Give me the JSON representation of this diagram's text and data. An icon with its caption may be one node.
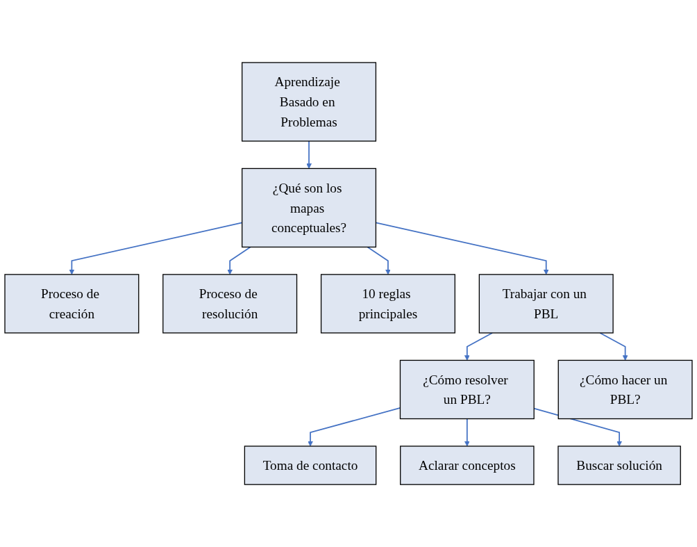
{
  "diagram": {
    "nodes": [
      {
        "text": [
          "Aprendizaje Basado en Problemas"
        ]
      },
      {
        "text": [
          "¿Qué son los mapas conceptuales?"
        ]
      },
      {
        "text": [
          "Proceso de creación"
        ]
      },
      {
        "text": [
          "Proceso de resolución"
        ]
      },
      {
        "text": [
          "10 reglas principales"
        ]
      },
      {
        "text": [
          "Trabajar con un PBL"
        ]
      },
      {
        "text": [
          "¿Cómo resolver un PBL?"
        ]
      },
      {
        "text": [
          "¿Cómo hacer un PBL?"
        ]
      },
      {
        "text": [
          "Toma de contacto"
        ]
      },
      {
        "text": [
          "Aclarar conceptos"
        ]
      },
      {
        "text": [
          "Buscar solución"
        ]
      }
    ],
    "edges": [
      {
        "from": 0,
        "to": 1,
        "arrow": "to"
      },
      {
        "from": 1,
        "to": 2,
        "arrow": "to"
      },
      {
        "from": 1,
        "to": 3,
        "arrow": "to"
      },
      {
        "from": 1,
        "to": 4,
        "arrow": "to"
      },
      {
        "from": 1,
        "to": 5,
        "arrow": "to"
      },
      {
        "from": 5,
        "to": 6,
        "arrow": "to"
      },
      {
        "from": 5,
        "to": 7,
        "arrow": "to"
      },
      {
        "from": 6,
        "to": 8,
        "arrow": "to"
      },
      {
        "from": 6,
        "to": 9,
        "arrow": "to"
      },
      {
        "from": 6,
        "to": 10,
        "arrow": "to"
      }
    ]
  }
}
